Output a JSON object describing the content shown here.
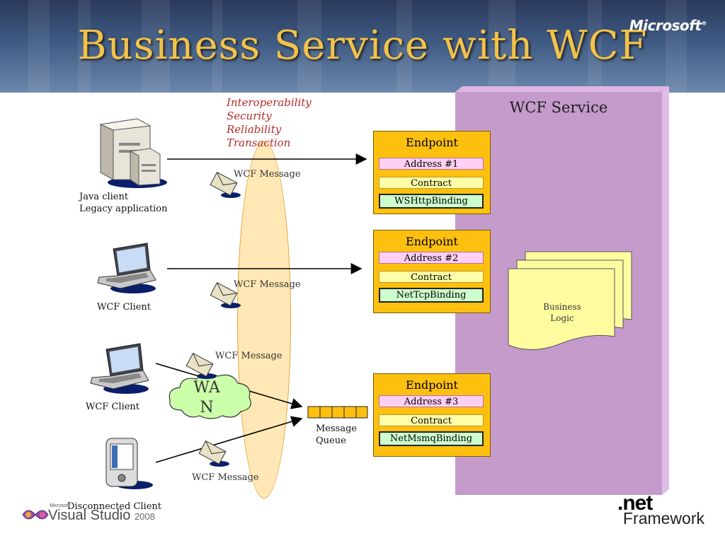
{
  "header": {
    "title": "Business Service with WCF",
    "brand_logo": "Microsoft",
    "colors": {
      "title": "#f2c24a",
      "banner": "#3f5a82"
    }
  },
  "service": {
    "title": "WCF Service",
    "color": "#c49bcb",
    "business_logic": {
      "line1": "Business",
      "line2": "Logic"
    }
  },
  "interop": {
    "items": [
      "Interoperability",
      "Security",
      "Reliability",
      "Transaction"
    ],
    "color": "#b42a2a"
  },
  "endpoints": [
    {
      "title": "Endpoint",
      "address": "Address #1",
      "contract": "Contract",
      "binding": "WSHttpBinding"
    },
    {
      "title": "Endpoint",
      "address": "Address #2",
      "contract": "Contract",
      "binding": "NetTcpBinding"
    },
    {
      "title": "Endpoint",
      "address": "Address #3",
      "contract": "Contract",
      "binding": "NetMsmqBinding"
    }
  ],
  "clients": {
    "java": {
      "line1": "Java client",
      "line2": "Legacy application",
      "icon": "server-icon"
    },
    "wcf1": {
      "label": "WCF Client",
      "icon": "laptop-icon"
    },
    "wcf2": {
      "label": "WCF Client",
      "icon": "laptop-icon"
    },
    "disconnected": {
      "label": "Disconnected Client",
      "icon": "pda-icon"
    }
  },
  "messages": {
    "label": "WCF Message",
    "icon": "envelope-icon"
  },
  "wan": {
    "line1": "WA",
    "line2": "N"
  },
  "queue": {
    "line1": "Message",
    "line2": "Queue"
  },
  "footer": {
    "vs_brand": "Microsoft",
    "vs_product": "Visual Studio",
    "vs_year": "2008",
    "net_logo": ".net",
    "framework": "Framework"
  }
}
